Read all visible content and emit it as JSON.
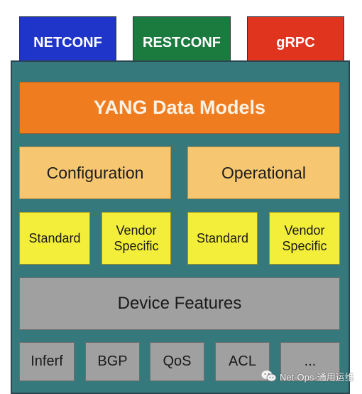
{
  "protocols": [
    "NETCONF",
    "RESTCONF",
    "gRPC"
  ],
  "data_models": "YANG Data Models",
  "categories": [
    "Configuration",
    "Operational"
  ],
  "subtypes": [
    [
      "Standard",
      "Vendor Specific"
    ],
    [
      "Standard",
      "Vendor Specific"
    ]
  ],
  "device_features": "Device Features",
  "features": [
    "Inferf",
    "BGP",
    "QoS",
    "ACL",
    "..."
  ],
  "watermark": "Net-Ops-通用运维",
  "colors": {
    "netconf": "#1f35c9",
    "restconf": "#1b7b3f",
    "grpc": "#e0341f",
    "frame": "#36797d",
    "yang": "#f07c20",
    "category": "#f6c770",
    "subtype": "#f3ee3a",
    "device": "#a0a0a0"
  }
}
